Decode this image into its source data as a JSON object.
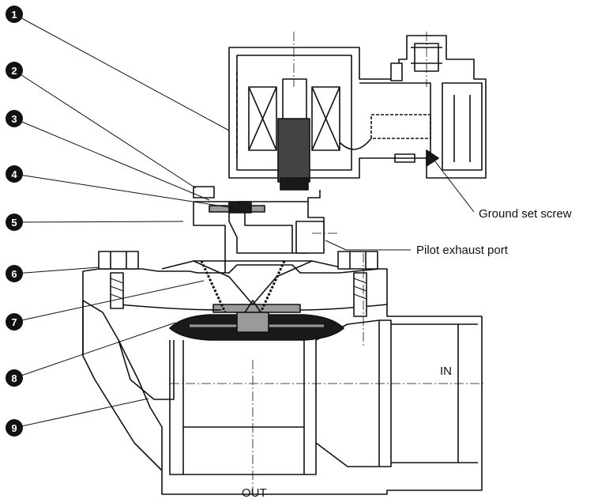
{
  "callouts": [
    {
      "num": "1"
    },
    {
      "num": "2"
    },
    {
      "num": "3"
    },
    {
      "num": "4"
    },
    {
      "num": "5"
    },
    {
      "num": "6"
    },
    {
      "num": "7"
    },
    {
      "num": "8"
    },
    {
      "num": "9"
    }
  ],
  "labels": {
    "ground_set_screw": "Ground set screw",
    "pilot_exhaust_port": "Pilot exhaust port",
    "inlet": "IN",
    "outlet": "OUT"
  },
  "colors": {
    "line": "#111111",
    "callout_fill": "#111111",
    "coil_fill": "#444444",
    "diaphragm_fill": "#1a1a1a",
    "grey_part": "#9a9a9a"
  }
}
